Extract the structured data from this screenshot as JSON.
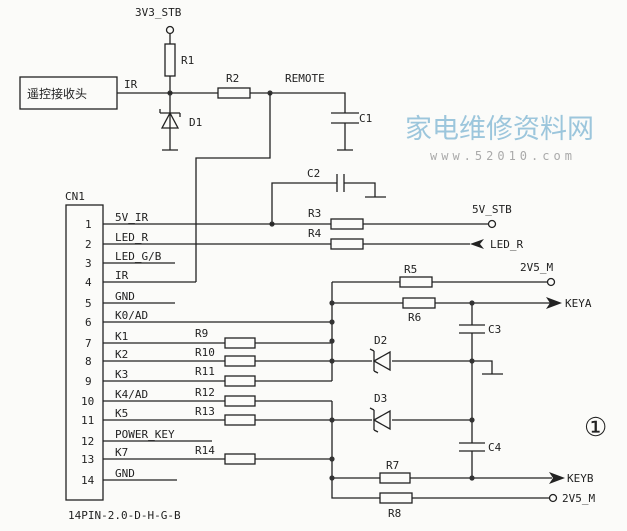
{
  "title_circle": "①",
  "power": {
    "v33": "3V3_STB",
    "v5": "5V_STB",
    "v25_top": "2V5_M",
    "v25_bot": "2V5_M"
  },
  "receiver": {
    "label": "遥控接收头",
    "pin": "IR"
  },
  "nets": {
    "remote": "REMOTE",
    "led_r": "LED_R",
    "keya": "KEYA",
    "keyb": "KEYB"
  },
  "parts": {
    "R1": "R1",
    "R2": "R2",
    "R3": "R3",
    "R4": "R4",
    "R5": "R5",
    "R6": "R6",
    "R7": "R7",
    "R8": "R8",
    "R9": "R9",
    "R10": "R10",
    "R11": "R11",
    "R12": "R12",
    "R13": "R13",
    "R14": "R14",
    "C1": "C1",
    "C2": "C2",
    "C3": "C3",
    "C4": "C4",
    "D1": "D1",
    "D2": "D2",
    "D3": "D3"
  },
  "connector": {
    "name": "CN1",
    "part": "14PIN-2.0-D-H-G-B",
    "pins": [
      {
        "n": "1",
        "label": "5V_IR"
      },
      {
        "n": "2",
        "label": "LED_R"
      },
      {
        "n": "3",
        "label": "LED_G/B"
      },
      {
        "n": "4",
        "label": "IR"
      },
      {
        "n": "5",
        "label": "GND"
      },
      {
        "n": "6",
        "label": "K0/AD"
      },
      {
        "n": "7",
        "label": "K1"
      },
      {
        "n": "8",
        "label": "K2"
      },
      {
        "n": "9",
        "label": "K3"
      },
      {
        "n": "10",
        "label": "K4/AD"
      },
      {
        "n": "11",
        "label": "K5"
      },
      {
        "n": "12",
        "label": "POWER_KEY"
      },
      {
        "n": "13",
        "label": "K7"
      },
      {
        "n": "14",
        "label": "GND"
      }
    ]
  },
  "watermark": {
    "text": "家电维修资料网",
    "url": "www.52010.com"
  }
}
